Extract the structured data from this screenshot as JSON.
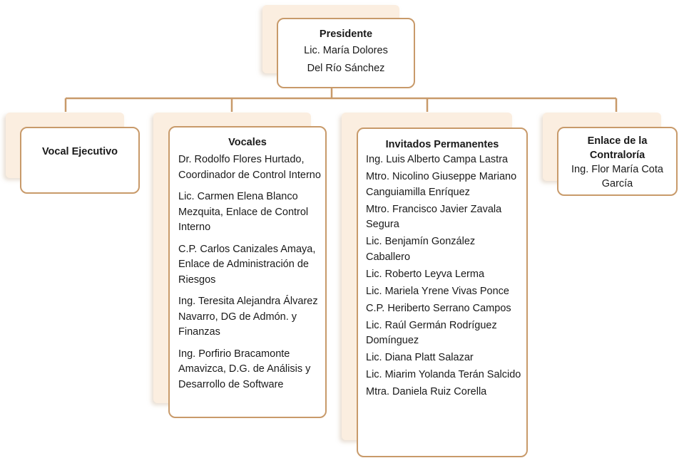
{
  "president": {
    "title": "Presidente",
    "lines": [
      "Lic. María Dolores",
      "Del Río Sánchez"
    ]
  },
  "vocal_ejecutivo": {
    "title": "Vocal Ejecutivo"
  },
  "vocales": {
    "title": "Vocales",
    "members": [
      "Dr. Rodolfo Flores Hurtado, Coordinador de Control Interno",
      "Lic. Carmen Elena Blanco Mezquita, Enlace de Control Interno",
      "C.P. Carlos Canizales Amaya, Enlace de Administración de Riesgos",
      "Ing. Teresita Alejandra Álvarez Navarro, DG de Admón. y Finanzas",
      "Ing. Porfirio Bracamonte Amavizca, D.G. de Análisis y Desarrollo de Software"
    ]
  },
  "invitados": {
    "title": "Invitados Permanentes",
    "members": [
      "Ing. Luis Alberto Campa Lastra",
      "Mtro. Nicolino Giuseppe Mariano Canguiamilla Enríquez",
      "Mtro. Francisco Javier Zavala Segura",
      "Lic. Benjamín González Caballero",
      "Lic. Roberto Leyva Lerma",
      "Lic. Mariela Yrene Vivas Ponce",
      "C.P. Heriberto Serrano Campos",
      "Lic. Raúl Germán Rodríguez Domínguez",
      "Lic. Diana Platt Salazar",
      "Lic. Miarim Yolanda Terán Salcido",
      "Mtra. Daniela Ruiz Corella"
    ]
  },
  "contraloria": {
    "title_lines": [
      "Enlace de la",
      "Contraloría"
    ],
    "lines": [
      "Ing. Flor María Cota",
      "García"
    ]
  },
  "colors": {
    "box_border": "#c89a6a",
    "shadow_fill": "#fbeee0",
    "connector": "#c89a6a"
  }
}
